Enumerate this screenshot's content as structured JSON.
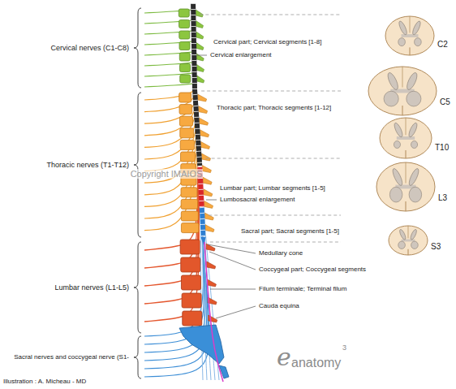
{
  "diagram": {
    "labels": [
      "Cervical nerves (C1-C8)",
      "Thoracic nerves (T1-T12)",
      "Lumbar nerves (L1-L5)",
      "Sacral nerves and coccygeal nerve (S1-",
      "Illustration : A. Micheau - MD",
      "Cervical part; Cervical segments [1-8]",
      "Cervical enlargement",
      "Thoracic part; Thoracic segments [1-12]",
      "Lumbar part; Lumbar segments [1-5]",
      "Lumbosacral enlargement",
      "Sacral part; Sacral segments [1-5]",
      "Medullary cone",
      "Coccygeal part; Coccygeal segments",
      "Filum terminale; Terminal filum",
      "Cauda equina",
      "C2",
      "C5",
      "T10",
      "L3",
      "S3",
      "Copyright IMAIOS",
      "e",
      "anatomy",
      "3"
    ]
  }
}
